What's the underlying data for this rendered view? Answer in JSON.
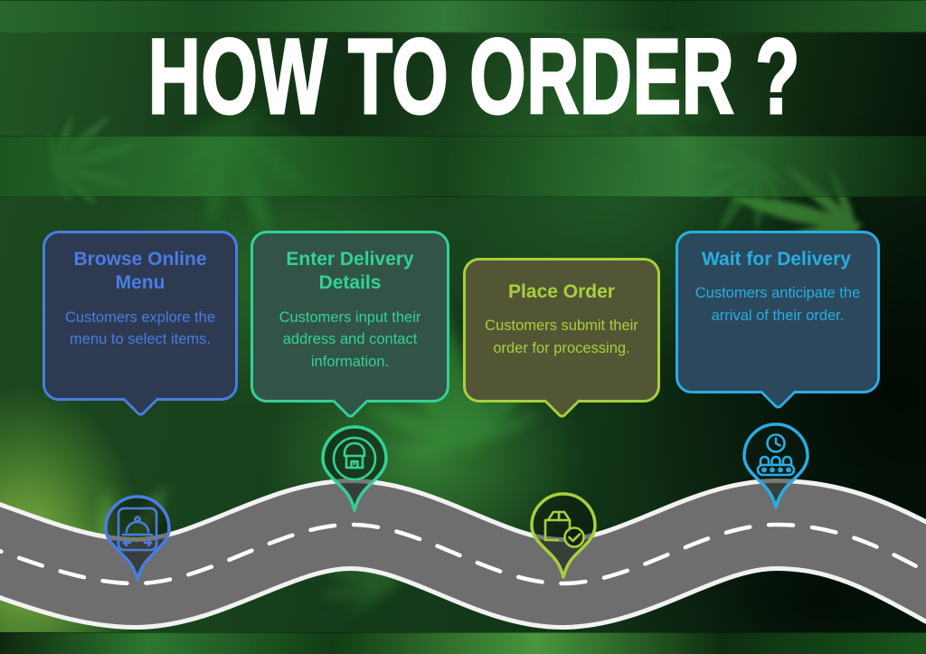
{
  "header": {
    "title": "HOW TO ORDER ?"
  },
  "steps": [
    {
      "title": "Browse Online Menu",
      "description": "Customers explore the menu to select items.",
      "accent": "#4a7de2",
      "card_bg": "#2d3a52",
      "icon": "cloche-menu-icon"
    },
    {
      "title": "Enter Delivery Details",
      "description": "Customers input their address and contact information.",
      "accent": "#34d097",
      "card_bg": "#325446",
      "icon": "delivery-address-icon"
    },
    {
      "title": "Place Order",
      "description": "Customers submit their order for processing.",
      "accent": "#a8cf3e",
      "card_bg": "#525634",
      "icon": "package-check-icon"
    },
    {
      "title": "Wait for Delivery",
      "description": "Customers anticipate the arrival of their order.",
      "accent": "#29ade3",
      "card_bg": "#2b485c",
      "icon": "conveyor-clock-icon"
    }
  ],
  "road": {
    "surface_color": "#6e6e6e",
    "edge_color": "#f2f2f2",
    "marking_color": "#ffffff"
  },
  "background": {
    "theme": "blurred cannabis leaves",
    "base_color": "#10290f"
  }
}
